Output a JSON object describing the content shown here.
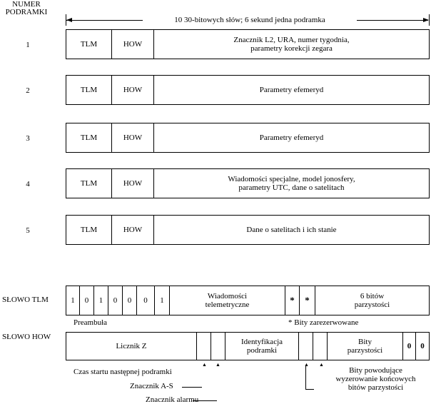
{
  "header": {
    "label": "NUMER\nPODRAMKI",
    "span_label": "10 30-bitowych słów; 6 sekund jedna podramka"
  },
  "subframes": [
    {
      "number": "1",
      "tlm": "TLM",
      "how": "HOW",
      "content": "Znacznik L2, URA, numer tygodnia,\nparametry korekcji zegara"
    },
    {
      "number": "2",
      "tlm": "TLM",
      "how": "HOW",
      "content": "Parametry efemeryd"
    },
    {
      "number": "3",
      "tlm": "TLM",
      "how": "HOW",
      "content": "Parametry efemeryd"
    },
    {
      "number": "4",
      "tlm": "TLM",
      "how": "HOW",
      "content": "Wiadomości specjalne, model jonosfery,\nparametry UTC, dane o satelitach"
    },
    {
      "number": "5",
      "tlm": "TLM",
      "how": "HOW",
      "content": "Dane o satelitach i ich stanie"
    }
  ],
  "tlm_word": {
    "label": "SŁOWO TLM",
    "bits": [
      "1",
      "0",
      "1",
      "0",
      "0",
      "0",
      "1"
    ],
    "message": "Wiadomości\ntelemetryczne",
    "reserved_1": "*",
    "reserved_2": "*",
    "parity": "6 bitów\nparzystości",
    "preamble_label": "Preambuła",
    "reserved_note": "* Bity zarezerwowane"
  },
  "how_word": {
    "label": "SŁOWO HOW",
    "counter": "Licznik Z",
    "subframe_id": "Identyfikacja\npodramki",
    "parity": "Bity\nparzystości",
    "zero_1": "0",
    "zero_2": "0",
    "next_start_label": "Czas startu następnej podramki",
    "as_flag_label": "Znacznik A-S",
    "alarm_flag_label": "Znacznik alarmu",
    "zeroing_bits_label": "Bity powodujące\nwyzerowanie końcowych\nbitów parzystości"
  }
}
